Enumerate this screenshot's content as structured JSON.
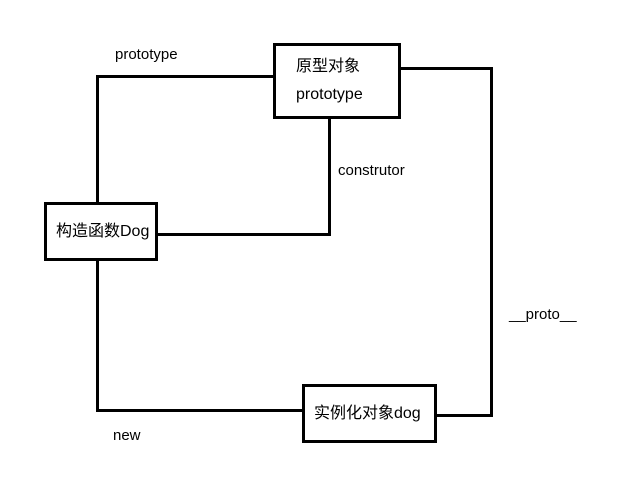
{
  "diagram": {
    "description": "JavaScript prototype relationship diagram",
    "colors": {
      "background": "#ffffff",
      "line": "#000000",
      "text": "#000000"
    },
    "nodes": [
      {
        "id": "prototype-object",
        "lines": [
          "原型对象",
          "prototype"
        ]
      },
      {
        "id": "constructor-dog",
        "lines": [
          "构造函数Dog"
        ]
      },
      {
        "id": "instance-dog",
        "lines": [
          "实例化对象dog"
        ]
      }
    ],
    "edge_labels": [
      {
        "id": "prototype",
        "text": "prototype"
      },
      {
        "id": "construtor",
        "text": "construtor"
      },
      {
        "id": "proto",
        "text": "__proto__"
      },
      {
        "id": "new",
        "text": "new"
      }
    ],
    "edges": [
      {
        "from": "constructor-dog",
        "to": "prototype-object",
        "label": "prototype"
      },
      {
        "from": "prototype-object",
        "to": "constructor-dog",
        "label": "construtor"
      },
      {
        "from": "prototype-object",
        "to": "instance-dog",
        "label": "__proto__"
      },
      {
        "from": "constructor-dog",
        "to": "instance-dog",
        "label": "new"
      }
    ]
  }
}
